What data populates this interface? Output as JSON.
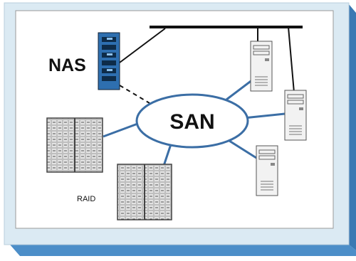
{
  "diagram": {
    "labels": {
      "nas": "NAS",
      "san": "SAN",
      "raid": "RAID"
    },
    "colors": {
      "panel_face": "#dbeaf3",
      "panel_side": "#4c8ec8",
      "panel_side_dark": "#3a79b3",
      "link": "#3b6ea5",
      "nas_body": "#2e6fb0",
      "server_body": "#f2f2f2",
      "storage_body": "#c8c8c8"
    }
  }
}
